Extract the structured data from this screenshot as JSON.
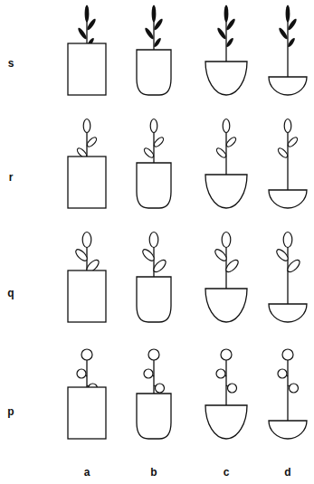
{
  "diagram": {
    "labels": [
      "s",
      "r",
      "q",
      "p",
      "a",
      "b",
      "c",
      "d"
    ]
  }
}
